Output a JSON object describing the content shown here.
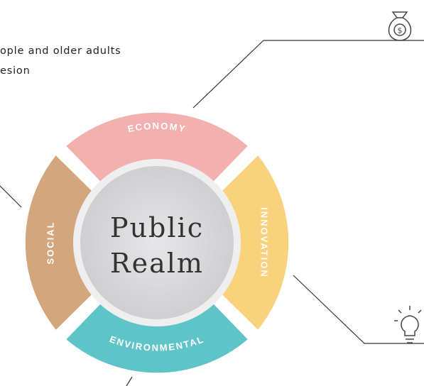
{
  "text_snippet": {
    "line1": "ople and older adults",
    "line2": "esion"
  },
  "wheel": {
    "center_line1": "Public",
    "center_line2": "Realm",
    "segments": [
      {
        "key": "economy",
        "label": "ECONOMY",
        "color": "#f2b0ae"
      },
      {
        "key": "innovation",
        "label": "INNOVATION",
        "color": "#f9d27e"
      },
      {
        "key": "environmental",
        "label": "ENVIRONMENTAL",
        "color": "#5fc4c8"
      },
      {
        "key": "social",
        "label": "SOCIAL",
        "color": "#d3a67e"
      }
    ]
  },
  "icons": {
    "top_right": "money-bag-icon",
    "bottom_right": "lightbulb-icon"
  },
  "colors": {
    "hub": "#d9d9db",
    "connector": "#333333"
  }
}
